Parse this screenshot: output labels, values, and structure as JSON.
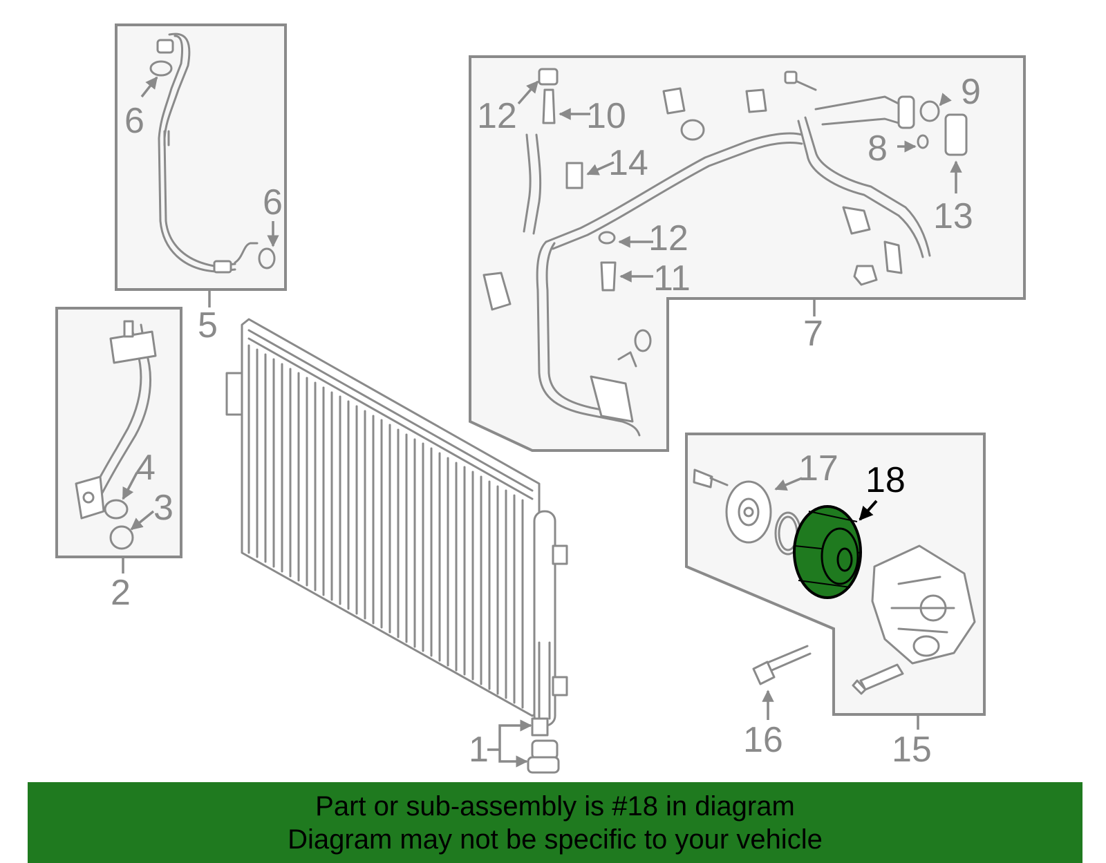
{
  "callouts": {
    "c1": "1",
    "c2": "2",
    "c3": "3",
    "c4": "4",
    "c5": "5",
    "c6a": "6",
    "c6b": "6",
    "c7": "7",
    "c8": "8",
    "c9": "9",
    "c10": "10",
    "c11": "11",
    "c12a": "12",
    "c12b": "12",
    "c13": "13",
    "c14": "14",
    "c15": "15",
    "c16": "16",
    "c17": "17",
    "c18": "18"
  },
  "highlighted_part": "18",
  "colors": {
    "highlight": "#1f7a1f",
    "line": "#8a8a8a",
    "banner": "#1f7a1f"
  },
  "banner": {
    "line1": "Part or sub-assembly is #18 in diagram",
    "line2": "Diagram may not be specific to your vehicle"
  }
}
